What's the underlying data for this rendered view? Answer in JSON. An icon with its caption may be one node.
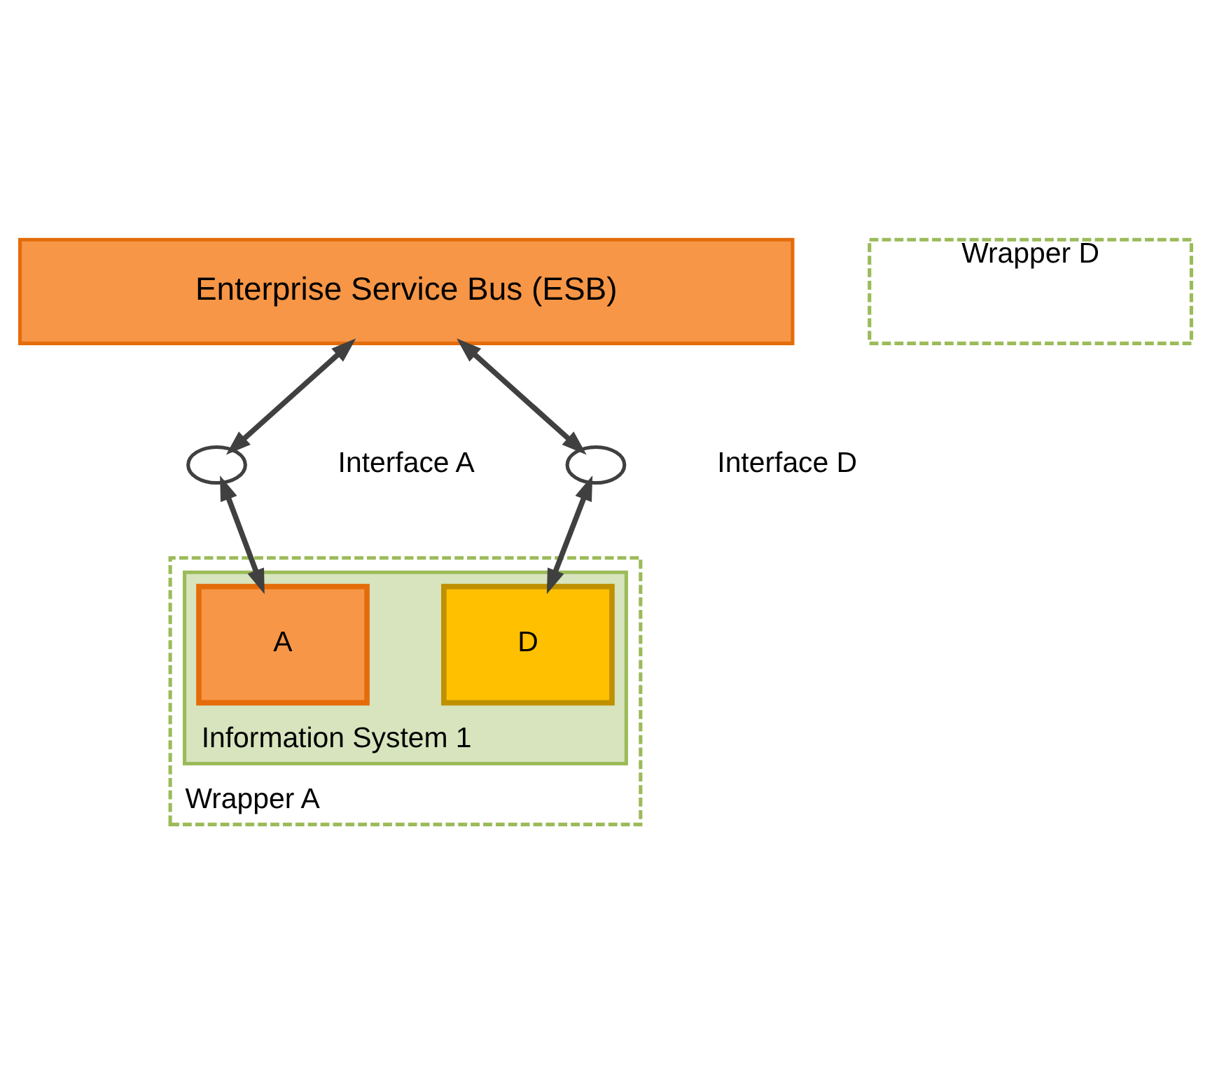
{
  "diagram": {
    "nodes": [
      {
        "text": [
          "Enterprise Service Bus (ESB)"
        ]
      },
      {
        "text": [
          "Wrapper D"
        ]
      },
      {
        "text": [],
        "shape": "ellipse",
        "beside": [
          "Interface D"
        ]
      },
      {
        "text": [
          "Wrapper A"
        ]
      },
      {
        "text": [],
        "shape": "ellipse",
        "beside": [
          "Interface A"
        ]
      },
      {
        "text": [
          "Information System 1"
        ],
        "in": 3
      },
      {
        "text": [
          "D"
        ],
        "in": 5
      },
      {
        "text": [
          "A"
        ],
        "in": 5
      }
    ],
    "edges": [
      {
        "from": 0,
        "to": 4,
        "arrow": "both"
      },
      {
        "from": 4,
        "to": 7,
        "arrow": "both"
      },
      {
        "from": 0,
        "to": 2,
        "arrow": "both"
      },
      {
        "from": 2,
        "to": 6,
        "arrow": "both"
      }
    ]
  }
}
